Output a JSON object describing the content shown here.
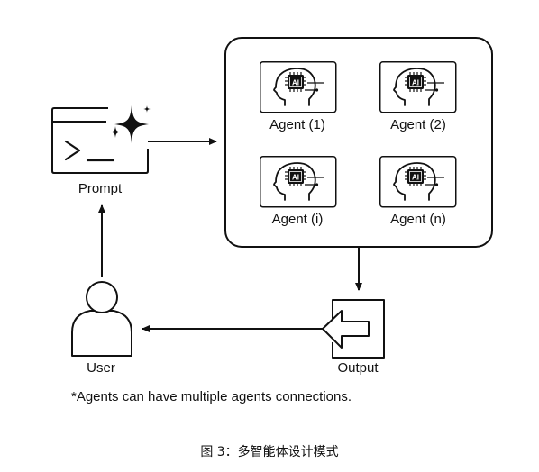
{
  "prompt": {
    "label": "Prompt",
    "icon": "terminal-sparkle-icon"
  },
  "agents": [
    {
      "label": "Agent (1)",
      "icon": "ai-head-icon",
      "chip_text": "AI"
    },
    {
      "label": "Agent (2)",
      "icon": "ai-head-icon",
      "chip_text": "AI"
    },
    {
      "label": "Agent (i)",
      "icon": "ai-head-icon",
      "chip_text": "AI"
    },
    {
      "label": "Agent (n)",
      "icon": "ai-head-icon",
      "chip_text": "AI"
    }
  ],
  "output": {
    "label": "Output",
    "icon": "output-arrow-icon"
  },
  "user": {
    "label": "User",
    "icon": "user-icon"
  },
  "note": "*Agents can have multiple agents connections.",
  "caption": "图 3：多智能体设计模式",
  "colors": {
    "stroke": "#111111",
    "background": "#ffffff"
  }
}
